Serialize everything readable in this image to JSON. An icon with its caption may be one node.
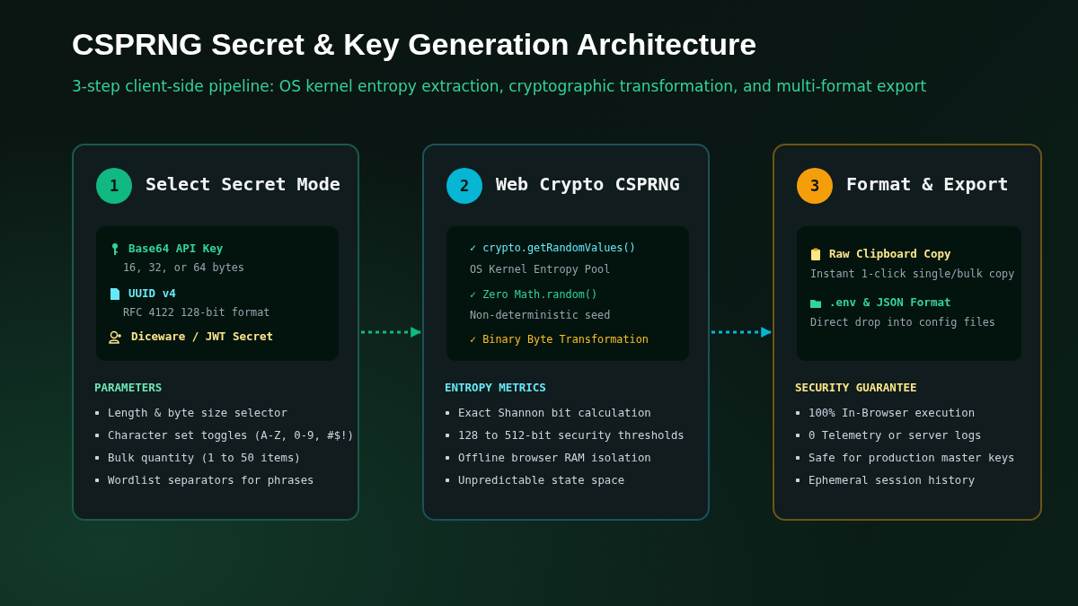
{
  "diagram": {
    "title": "CSPRNG Secret & Key Generation Architecture",
    "nodes": [
      {
        "text": [
          "Select Secret Mode",
          "PARAMETERS",
          "Length & byte size selector",
          "Character set toggles (A-Z, 0-9, #$!)",
          "Bulk quantity (1 to 50 items)",
          "Wordlist separators for phrases"
        ]
      },
      {
        "text": [
          "1"
        ],
        "in": 0
      },
      {
        "text": [
          "Base64 API Key",
          "16, 32, or 64 bytes",
          "UUID v4",
          "RFC 4122 128-bit format",
          "Diceware / JWT Secret"
        ],
        "in": 0
      },
      {
        "text": [
          "Web Crypto CSPRNG",
          "ENTROPY METRICS",
          "Exact Shannon bit calculation",
          "128 to 512-bit security thresholds",
          "Offline browser RAM isolation",
          "Unpredictable state space"
        ]
      },
      {
        "text": [
          "2"
        ],
        "in": 3
      },
      {
        "text": [
          "✓ crypto.getRandomValues()",
          "OS Kernel Entropy Pool",
          "✓ Zero Math.random()",
          "Non-deterministic seed",
          "✓ Binary Byte Transformation"
        ],
        "in": 3
      },
      {
        "text": [
          "Format & Export",
          "SECURITY GUARANTEE",
          "100% In-Browser execution",
          "0 Telemetry or server logs",
          "Safe for production master keys",
          "Ephemeral session history"
        ]
      },
      {
        "text": [
          "3"
        ],
        "in": 6
      },
      {
        "text": [
          "Raw Clipboard Copy",
          "Instant 1-click single/bulk copy",
          ".env & JSON Format",
          "Direct drop into config files"
        ],
        "in": 6
      }
    ],
    "edges": [
      {
        "from": 0,
        "to": 3,
        "arrow": "to",
        "style": "dashed",
        "color": "#10b981"
      },
      {
        "from": 3,
        "to": 6,
        "arrow": "to",
        "style": "dashed",
        "color": "#06b6d4"
      }
    ],
    "labels": [
      "3-step client-side pipeline: OS kernel entropy extraction, cryptographic transformation, and multi-format export"
    ]
  }
}
